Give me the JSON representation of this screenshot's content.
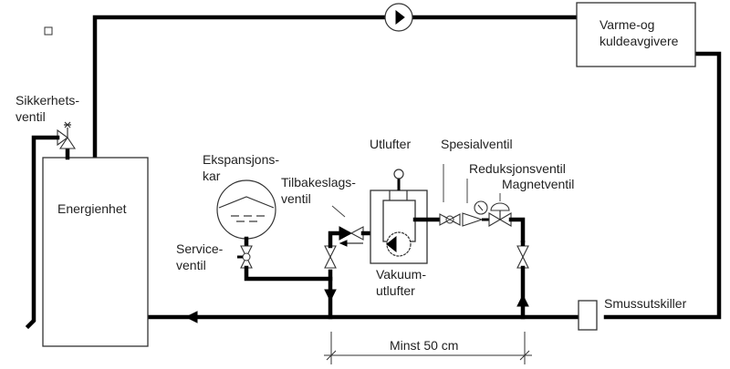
{
  "diagram": {
    "title_hidden": "",
    "components": {
      "energy_unit": "Energienhet",
      "emitter_line1": "Varme-og",
      "emitter_line2": "kuldeavgivere",
      "safety_valve_line1": "Sikkerhets-",
      "safety_valve_line2": "ventil",
      "expansion_tank_line1": "Ekspansjons-",
      "expansion_tank_line2": "kar",
      "service_valve_line1": "Service-",
      "service_valve_line2": "ventil",
      "check_valve_line1": "Tilbakeslags-",
      "check_valve_line2": "ventil",
      "air_vent": "Utlufter",
      "vacuum_vent_line1": "Vakuum-",
      "vacuum_vent_line2": "utlufter",
      "special_valve": "Spesialventil",
      "reduction_valve": "Reduksjonsventil",
      "solenoid_valve": "Magnetventil",
      "dirt_separator": "Smussutskiller",
      "dimension": "Minst 50 cm"
    },
    "icons": [
      "circulation-pump-icon",
      "flow-arrow-icon",
      "gate-valve-icon",
      "check-valve-icon",
      "pressure-gauge-icon",
      "solenoid-actuator-icon",
      "safety-valve-icon"
    ]
  }
}
